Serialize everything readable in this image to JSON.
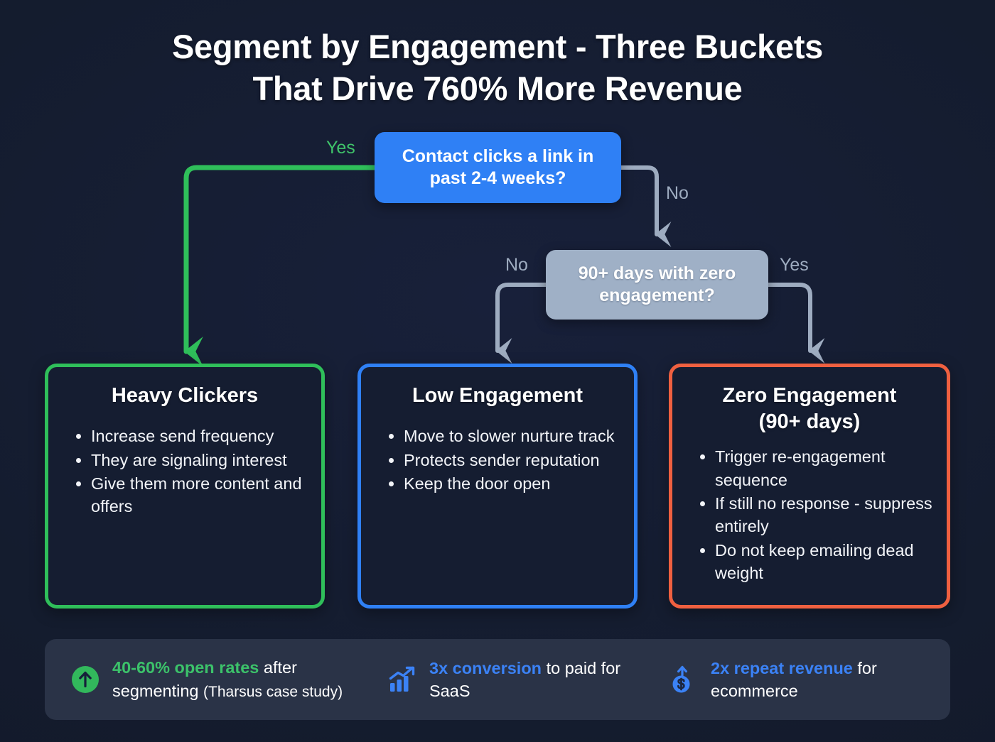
{
  "title": {
    "line1": "Segment by Engagement - Three Buckets",
    "line2": "That Drive 760% More Revenue"
  },
  "flow": {
    "question_1": "Contact clicks a link in past 2-4 weeks?",
    "question_2": "90+ days with zero engagement?",
    "labels": {
      "q1_yes": "Yes",
      "q1_no": "No",
      "q2_no": "No",
      "q2_yes": "Yes"
    },
    "colors": {
      "yes_path": "#2fbf5a",
      "no_path": "#9eacc0",
      "q1_fill": "#2f80f5",
      "q2_fill": "#9fb0c6"
    }
  },
  "cards": [
    {
      "title": "Heavy Clickers",
      "accent": "#2fbf5a",
      "items": [
        "Increase send frequency",
        "They are signaling interest",
        "Give them more content and offers"
      ]
    },
    {
      "title": "Low Engagement",
      "accent": "#2f80f5",
      "items": [
        "Move to slower nurture track",
        "Protects sender reputation",
        "Keep the door open"
      ]
    },
    {
      "title_line1": "Zero Engagement",
      "title_line2": "(90+ days)",
      "accent": "#ef6040",
      "items": [
        "Trigger re-engagement sequence",
        "If still no response - suppress entirely",
        "Do not keep emailing dead weight"
      ]
    }
  ],
  "stats": [
    {
      "icon": "arrow-up-circle-icon",
      "color": "#3cc26a",
      "strong": "40-60% open rates",
      "rest": " after segmenting ",
      "note": "(Tharsus case study)"
    },
    {
      "icon": "bar-chart-trend-icon",
      "color": "#3b82f6",
      "strong": "3x conversion",
      "rest": " to paid for SaaS",
      "note": ""
    },
    {
      "icon": "dollar-arrow-up-icon",
      "color": "#3b82f6",
      "strong": "2x repeat revenue",
      "rest": " for ecommerce",
      "note": ""
    }
  ]
}
